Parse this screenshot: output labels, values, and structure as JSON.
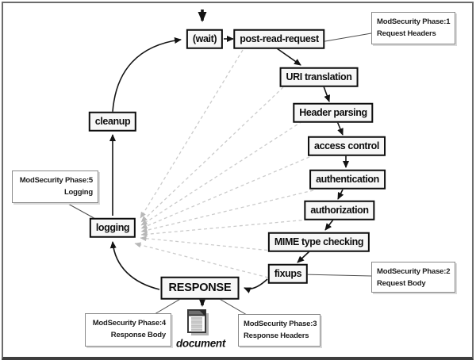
{
  "nodes": {
    "wait": "(wait)",
    "post_read_request": "post-read-request",
    "uri_translation": "URI translation",
    "header_parsing": "Header parsing",
    "access_control": "access control",
    "authentication": "authentication",
    "authorization": "authorization",
    "mime_type_checking": "MIME type checking",
    "fixups": "fixups",
    "response": "RESPONSE",
    "logging": "logging",
    "cleanup": "cleanup"
  },
  "phases": {
    "phase1": {
      "line1": "ModSecurity Phase:1",
      "line2": "Request Headers"
    },
    "phase2": {
      "line1": "ModSecurity Phase:2",
      "line2": "Request Body"
    },
    "phase3": {
      "line1": "ModSecurity Phase:3",
      "line2": "Response Headers"
    },
    "phase4": {
      "line1": "ModSecurity Phase:4",
      "line2": "Response Body"
    },
    "phase5": {
      "line1": "ModSecurity Phase:5",
      "line2": "Logging"
    }
  },
  "document": {
    "label": "document"
  },
  "colors": {
    "node_fill": "#f7f7f7",
    "node_border": "#0d0d0d",
    "phase_border": "#8a8a8a",
    "dashed_line": "#cbcbcb",
    "solid_line": "#141414",
    "frame_border": "#6b6b6b"
  }
}
